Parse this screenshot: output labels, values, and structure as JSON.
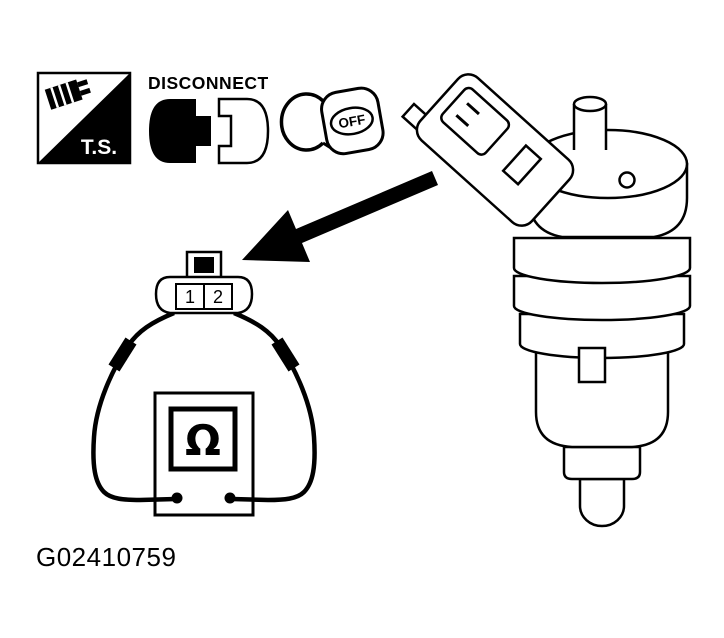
{
  "figure": {
    "caption": "G02410759"
  },
  "symbols": {
    "test_special_tool_label": "T.S.",
    "disconnect_label": "DISCONNECT",
    "ignition_off_label": "OFF"
  },
  "connector": {
    "pin_labels": [
      "1",
      "2"
    ]
  },
  "meter": {
    "display_symbol": "Ω"
  },
  "colors": {
    "ink": "#000000",
    "paper": "#ffffff"
  }
}
